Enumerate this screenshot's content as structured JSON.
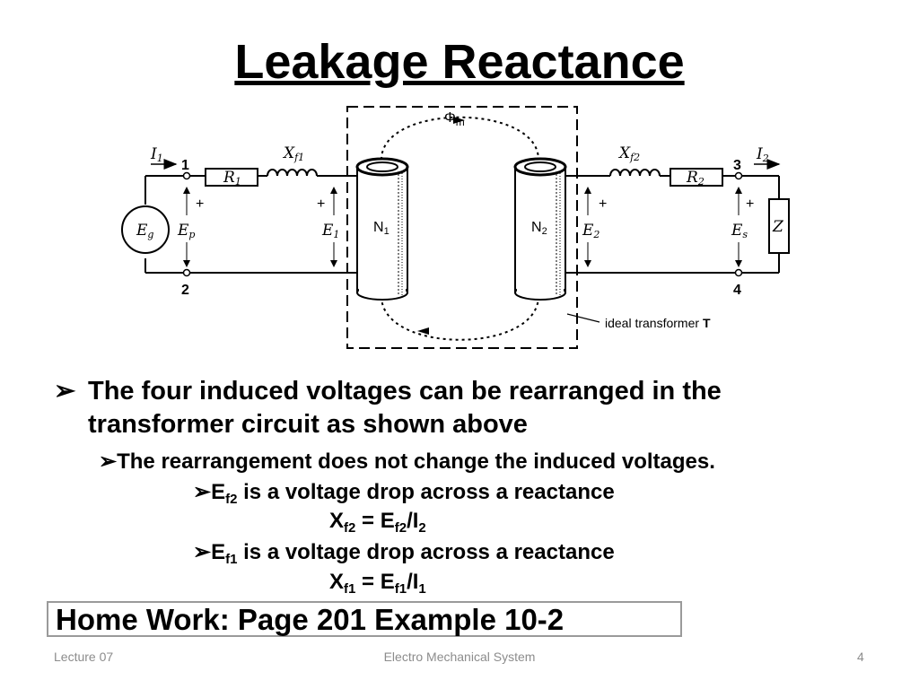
{
  "slide": {
    "title": "Leakage Reactance"
  },
  "diagram": {
    "labels": {
      "i1": "I",
      "i1_sub": "1",
      "i2": "I",
      "i2_sub": "2",
      "t1": "1",
      "t2": "2",
      "t3": "3",
      "t4": "4",
      "xf1": "X",
      "xf1_sub": "f1",
      "xf2": "X",
      "xf2_sub": "f2",
      "r1": "R",
      "r1_sub": "1",
      "r2": "R",
      "r2_sub": "2",
      "eg": "E",
      "eg_sub": "g",
      "ep": "E",
      "ep_sub": "p",
      "e1": "E",
      "e1_sub": "1",
      "e2": "E",
      "e2_sub": "2",
      "es": "E",
      "es_sub": "s",
      "z": "Z",
      "n1": "N",
      "n1_sub": "1",
      "n2": "N",
      "n2_sub": "2",
      "phi": "Φ",
      "phi_sub": "m",
      "plus": "+",
      "ideal": "ideal transformer",
      "ideal_t": "T"
    }
  },
  "bullets": {
    "b1_marker": "➢",
    "b1_line1": "The four induced voltages can be rearranged in the",
    "b1_line2": "transformer circuit as shown above",
    "b2_marker": "➢",
    "b2": "The rearrangement does not change the induced voltages.",
    "b3_marker": "➢",
    "b3_E": "E",
    "b3_sub": "f2",
    "b3_text": " is a voltage drop across a reactance",
    "f1_X": "X",
    "f1_Xsub": "f2",
    "f1_eq": " = E",
    "f1_Esub": "f2",
    "f1_slash": "/I",
    "f1_Isub": "2",
    "b4_marker": "➢",
    "b4_E": "E",
    "b4_sub": "f1",
    "b4_text": " is a voltage drop across a reactance",
    "f2_X": "X",
    "f2_Xsub": "f1",
    "f2_eq": " = E",
    "f2_Esub": "f1",
    "f2_slash": "/I",
    "f2_Isub": "1"
  },
  "homework": {
    "text": "Home Work:  Page 201 Example 10-2"
  },
  "footer": {
    "left": "Lecture 07",
    "center": "Electro Mechanical System",
    "right": "4"
  }
}
